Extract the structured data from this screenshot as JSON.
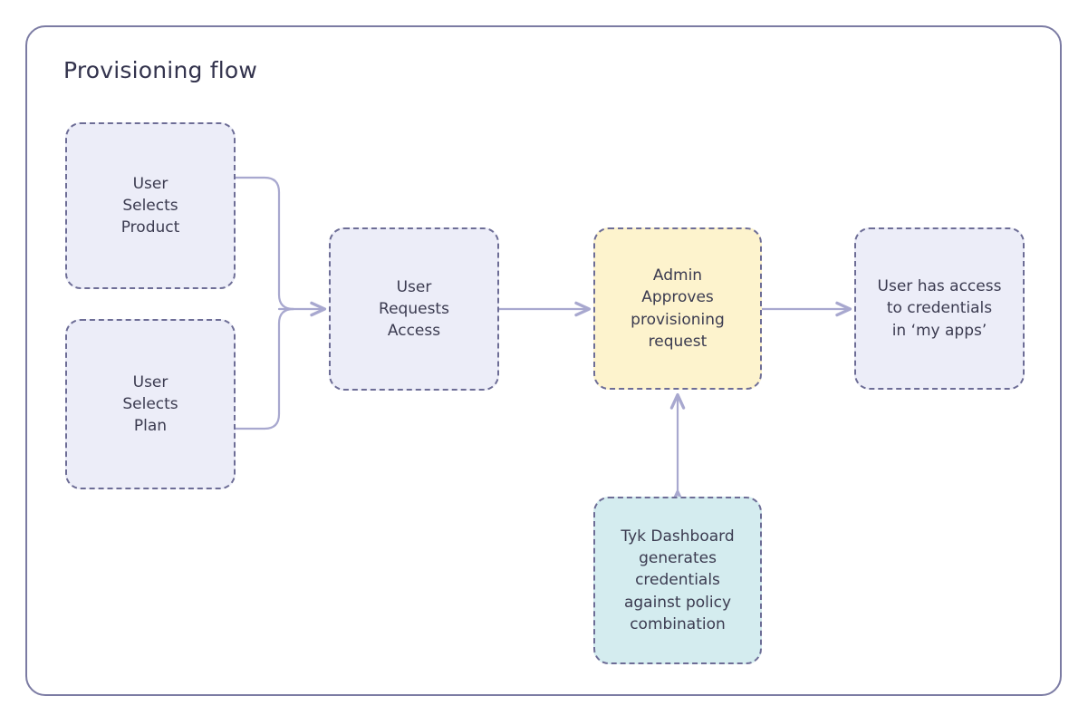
{
  "diagram": {
    "title": "Provisioning flow",
    "type": "flowchart",
    "colors": {
      "frame_border": "#7b7ba3",
      "node_border": "#6d6d96",
      "node_text": "#3b3b50",
      "title_text": "#33334d",
      "connector": "#a8a8cf",
      "fill_lavender": "#ecedf8",
      "fill_yellow": "#fdf3cd",
      "fill_teal": "#d4ecef",
      "background": "#ffffff"
    },
    "nodes": [
      {
        "id": "user-selects-product",
        "label": "User\nSelects\nProduct",
        "fill": "lavender"
      },
      {
        "id": "user-selects-plan",
        "label": "User\nSelects\nPlan",
        "fill": "lavender"
      },
      {
        "id": "user-requests-access",
        "label": "User\nRequests\nAccess",
        "fill": "lavender"
      },
      {
        "id": "admin-approves",
        "label": "Admin\nApproves\nprovisioning\nrequest",
        "fill": "yellow"
      },
      {
        "id": "user-has-access",
        "label": "User has access\nto credentials\nin ‘my apps’",
        "fill": "lavender"
      },
      {
        "id": "tyk-dashboard",
        "label": "Tyk Dashboard\ngenerates\ncredentials\nagainst policy\ncombination",
        "fill": "teal"
      }
    ],
    "edges": [
      {
        "id": "edge-product-to-request",
        "from": "user-selects-product",
        "to": "user-requests-access",
        "style": "elbow",
        "arrow": "end"
      },
      {
        "id": "edge-plan-to-request",
        "from": "user-selects-plan",
        "to": "user-requests-access",
        "style": "elbow",
        "arrow": "end"
      },
      {
        "id": "edge-request-to-admin",
        "from": "user-requests-access",
        "to": "admin-approves",
        "style": "straight",
        "arrow": "end"
      },
      {
        "id": "edge-admin-to-access",
        "from": "admin-approves",
        "to": "user-has-access",
        "style": "straight",
        "arrow": "end"
      },
      {
        "id": "edge-admin-tyk-bidirect",
        "from": "admin-approves",
        "to": "tyk-dashboard",
        "style": "vertical",
        "arrow": "both"
      }
    ]
  }
}
